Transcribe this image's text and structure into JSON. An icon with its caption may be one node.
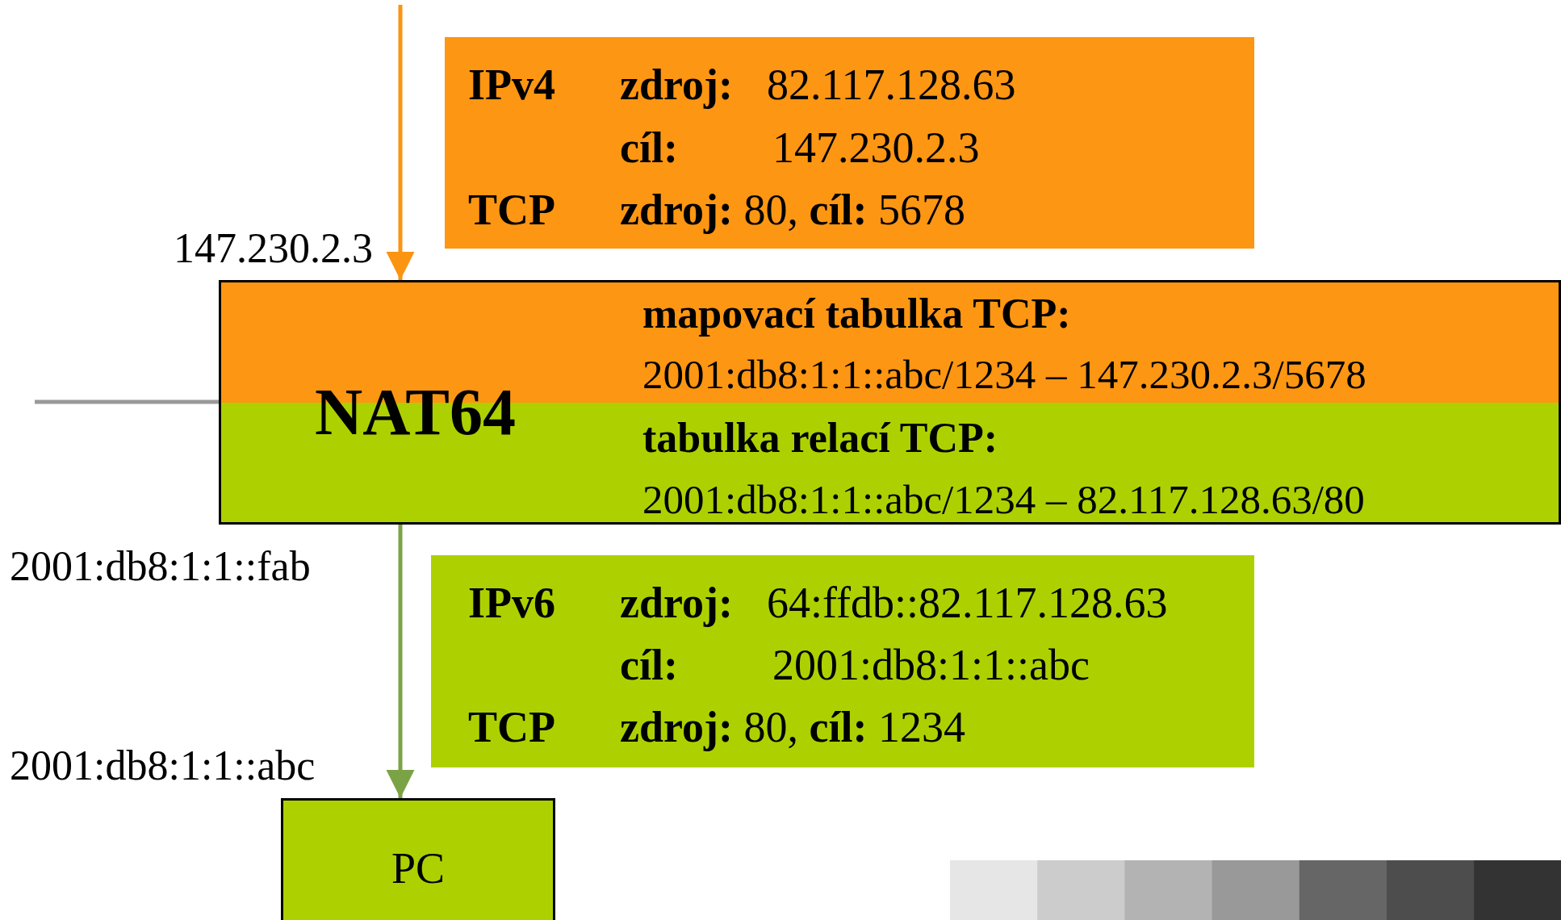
{
  "diagram": {
    "nodes": [
      {
        "text": [
          "IPv4",
          "zdroj:",
          "82.117.128.63",
          "cíl:",
          "147.230.2.3",
          "TCP",
          "**zdroj:** 80, **cíl:** 5678"
        ]
      },
      {
        "text": [
          "NAT64",
          "mapovací tabulka TCP:",
          "2001:db8:1:1::abc/1234 – 147.230.2.3/5678",
          "tabulka relací TCP:",
          "2001:db8:1:1::abc/1234 – 82.117.128.63/80"
        ]
      },
      {
        "text": [
          "IPv6",
          "zdroj:",
          "64:ffdb::82.117.128.63",
          "cíl:",
          "2001:db8:1:1::abc",
          "TCP",
          "**zdroj:** 80, **cíl:** 1234"
        ]
      },
      {
        "text": [
          "PC"
        ]
      }
    ],
    "edges": [
      {
        "from": null,
        "to": 1,
        "arrow": "to",
        "color": "#fb9411"
      },
      {
        "from": null,
        "to": 1,
        "arrow": "none",
        "color": "#999999"
      },
      {
        "from": 1,
        "to": 3,
        "arrow": "to",
        "color": "#7ba346"
      }
    ],
    "labels": [
      "147.230.2.3",
      "2001:db8:1:1::fab",
      "2001:db8:1:1::abc"
    ]
  }
}
